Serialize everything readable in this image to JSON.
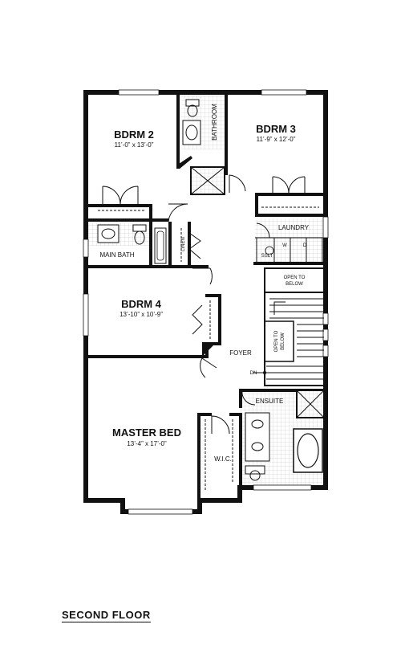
{
  "floor_title": "SECOND FLOOR",
  "rooms": {
    "bdrm2": {
      "name": "BDRM 2",
      "dims": "11’-0” x 13’-0”"
    },
    "bdrm3": {
      "name": "BDRM 3",
      "dims": "11’-9” x 12’-0”"
    },
    "bdrm4": {
      "name": "BDRM 4",
      "dims": "13’-10” x 10’-9”"
    },
    "master": {
      "name": "MASTER BED",
      "dims": "13’-4” x 17’-0”"
    },
    "bathroom": "BATHROOM",
    "laundry": "LAUNDRY",
    "washer": "W",
    "dryer": "D",
    "sink": "SSLT",
    "main_bath": "MAIN BATH",
    "linen": "LINEN",
    "open_to_below_1": [
      "OPEN TO",
      "BELOW"
    ],
    "open_to_below_2": [
      "OPEN TO",
      "BELOW"
    ],
    "foyer": "FOYER",
    "dn": "DN",
    "ensuite": "ENSUITE",
    "wic": "W.I.C."
  }
}
